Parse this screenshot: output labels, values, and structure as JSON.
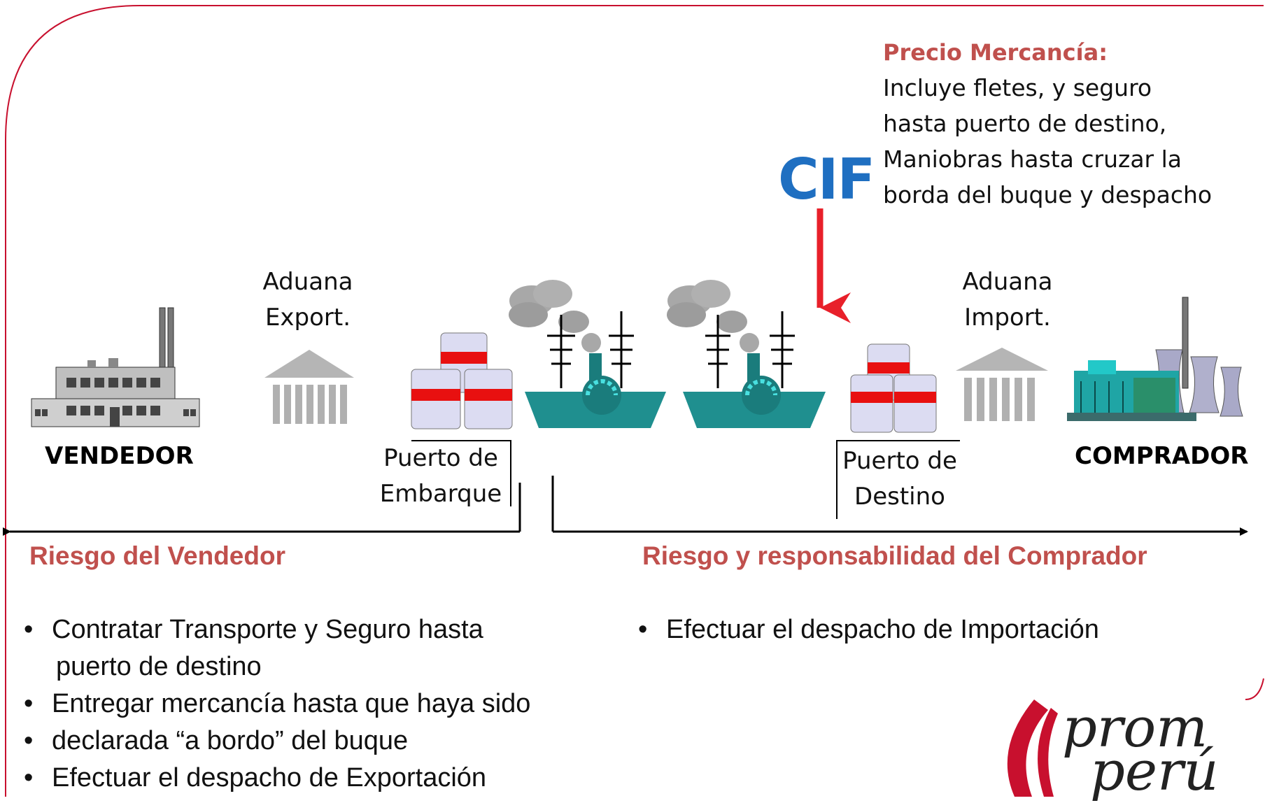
{
  "price": {
    "heading": "Precio Mercancía:",
    "lines": [
      "Incluye fletes, y seguro",
      "hasta puerto de destino,",
      "Maniobras hasta cruzar la",
      "borda del buque y despacho"
    ]
  },
  "incoterm": "CIF",
  "customs_export": [
    "Aduana",
    "Export."
  ],
  "customs_import": [
    "Aduana",
    "Import."
  ],
  "port_origin": [
    "Puerto de",
    "Embarque"
  ],
  "port_destination": [
    "Puerto de",
    "Destino"
  ],
  "seller": "VENDEDOR",
  "buyer": "COMPRADOR",
  "seller_risk_title": "Riesgo del Vendedor",
  "buyer_risk_title": "Riesgo y responsabilidad del Comprador",
  "seller_duties": [
    "Contratar Transporte y Seguro hasta",
    "puerto de destino",
    "Entregar mercancía hasta que haya sido",
    "declarada “a bordo” del buque",
    "Efectuar el despacho de Exportación"
  ],
  "buyer_duties": [
    "Efectuar el despacho de Importación"
  ],
  "logo": [
    "prom",
    "perú"
  ],
  "colors": {
    "accent_red": "#c0504d",
    "cif_blue": "#1f6fc1",
    "arrow_red": "#e8202a",
    "frame": "#c8102e"
  }
}
